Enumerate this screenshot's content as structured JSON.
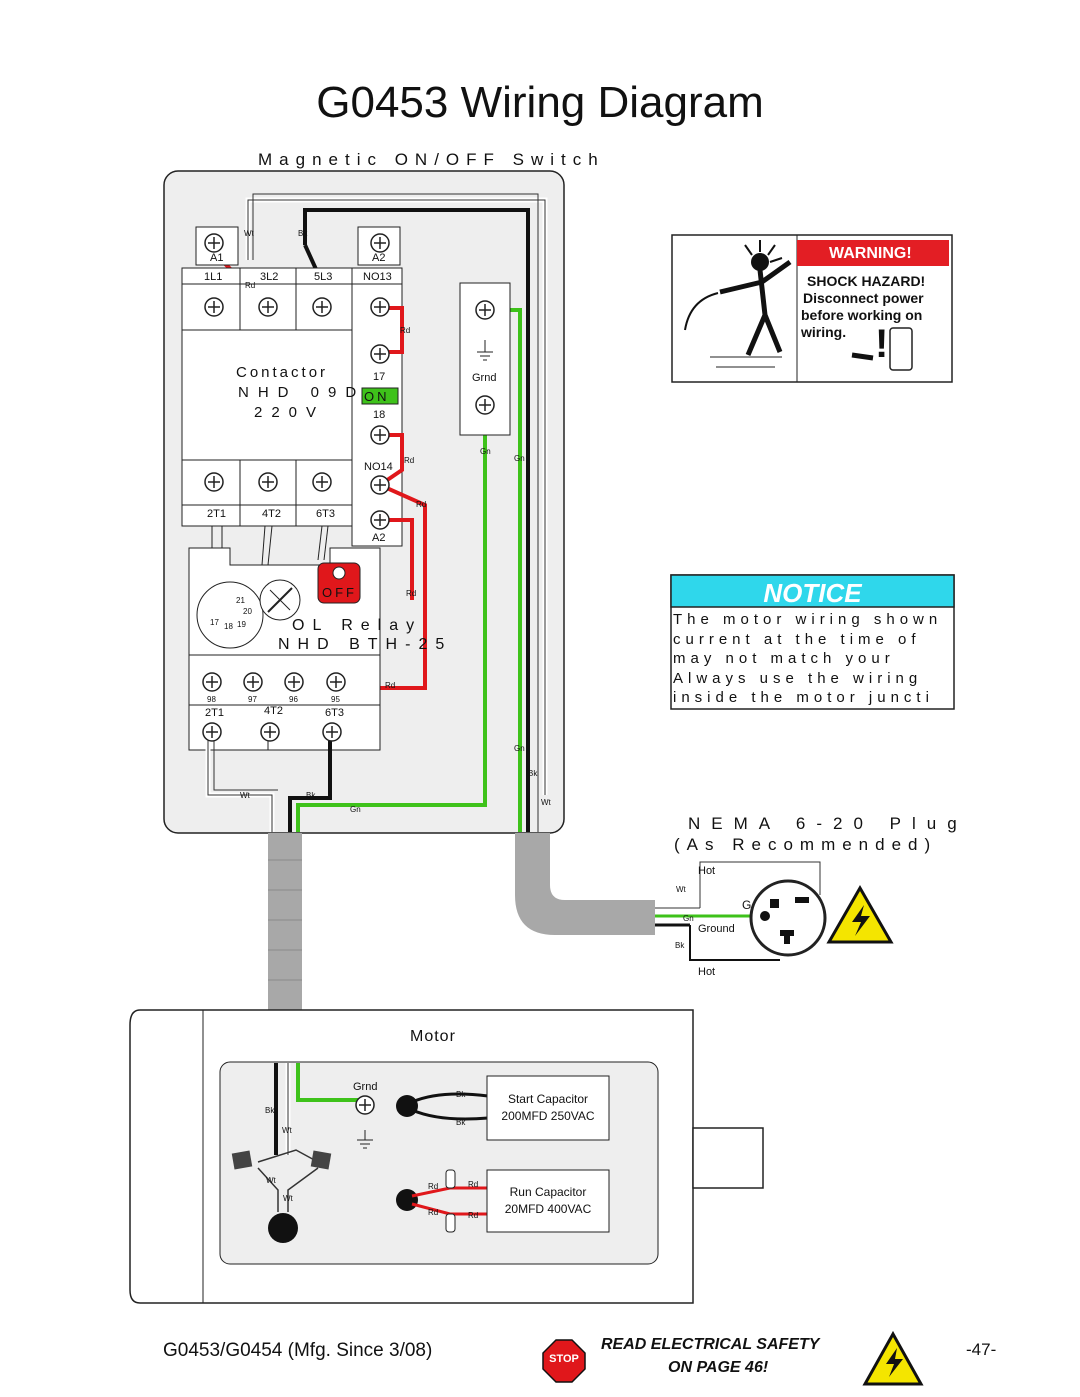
{
  "title": "G0453 Wiring Diagram",
  "switch_label": "Magnetic ON/OFF Switch",
  "contactor": {
    "name": "Contactor",
    "model": "NHD 09D",
    "voltage": "220V",
    "top_terminals": [
      "A1",
      "A2"
    ],
    "line_terminals": [
      "1L1",
      "3L2",
      "5L3",
      "NO13"
    ],
    "load_terminals": [
      "2T1",
      "4T2",
      "6T3"
    ],
    "aux_terminals": [
      "17",
      "18",
      "NO14",
      "A2"
    ],
    "on_label": "ON"
  },
  "overload_relay": {
    "name": "OL Relay",
    "model": "NHD BTH-25",
    "off_label": "OFF",
    "dial_marks": [
      "17",
      "18",
      "19",
      "20",
      "21"
    ],
    "small_terminals": [
      "98",
      "97",
      "96",
      "95"
    ],
    "bottom_terminals": [
      "2T1",
      "4T2",
      "6T3"
    ]
  },
  "ground_block_label": "Grnd",
  "wire_tags": {
    "wt": "Wt",
    "bk": "Bk",
    "rd": "Rd",
    "gn": "Gn"
  },
  "warning": {
    "header": "WARNING!",
    "line1": "SHOCK HAZARD!",
    "line2": "Disconnect power",
    "line3": "before working on",
    "line4": "wiring.",
    "colors": {
      "header_bg": "#e31e24"
    }
  },
  "notice": {
    "header": "NOTICE",
    "lines": [
      "The motor wiring shown",
      "current at the time of",
      "may not match your",
      "Always use the wiring",
      "inside the motor juncti"
    ],
    "colors": {
      "header_bg": "#2fd7eb"
    }
  },
  "plug": {
    "label": "NEMA 6-20 Plug",
    "sublabel": "(As Recommended)",
    "hot_top": "Hot",
    "g_label": "G",
    "ground_label": "Ground",
    "hot_bottom": "Hot"
  },
  "motor": {
    "label": "Motor",
    "grnd_label": "Grnd",
    "start_cap": {
      "name": "Start Capacitor",
      "rating": "200MFD 250VAC"
    },
    "run_cap": {
      "name": "Run Capacitor",
      "rating": "20MFD 400VAC"
    }
  },
  "footer": {
    "model": "G0453/G0454 (Mfg. Since 3/08)",
    "stop": "STOP",
    "safety_line1": "READ ELECTRICAL SAFETY",
    "safety_line2": "ON PAGE 46!",
    "page": "-47-"
  },
  "colors": {
    "red_wire": "#e0171b",
    "green_wire": "#3ec21a",
    "conduit": "#a8a8a8",
    "panel": "#eeeeee"
  }
}
